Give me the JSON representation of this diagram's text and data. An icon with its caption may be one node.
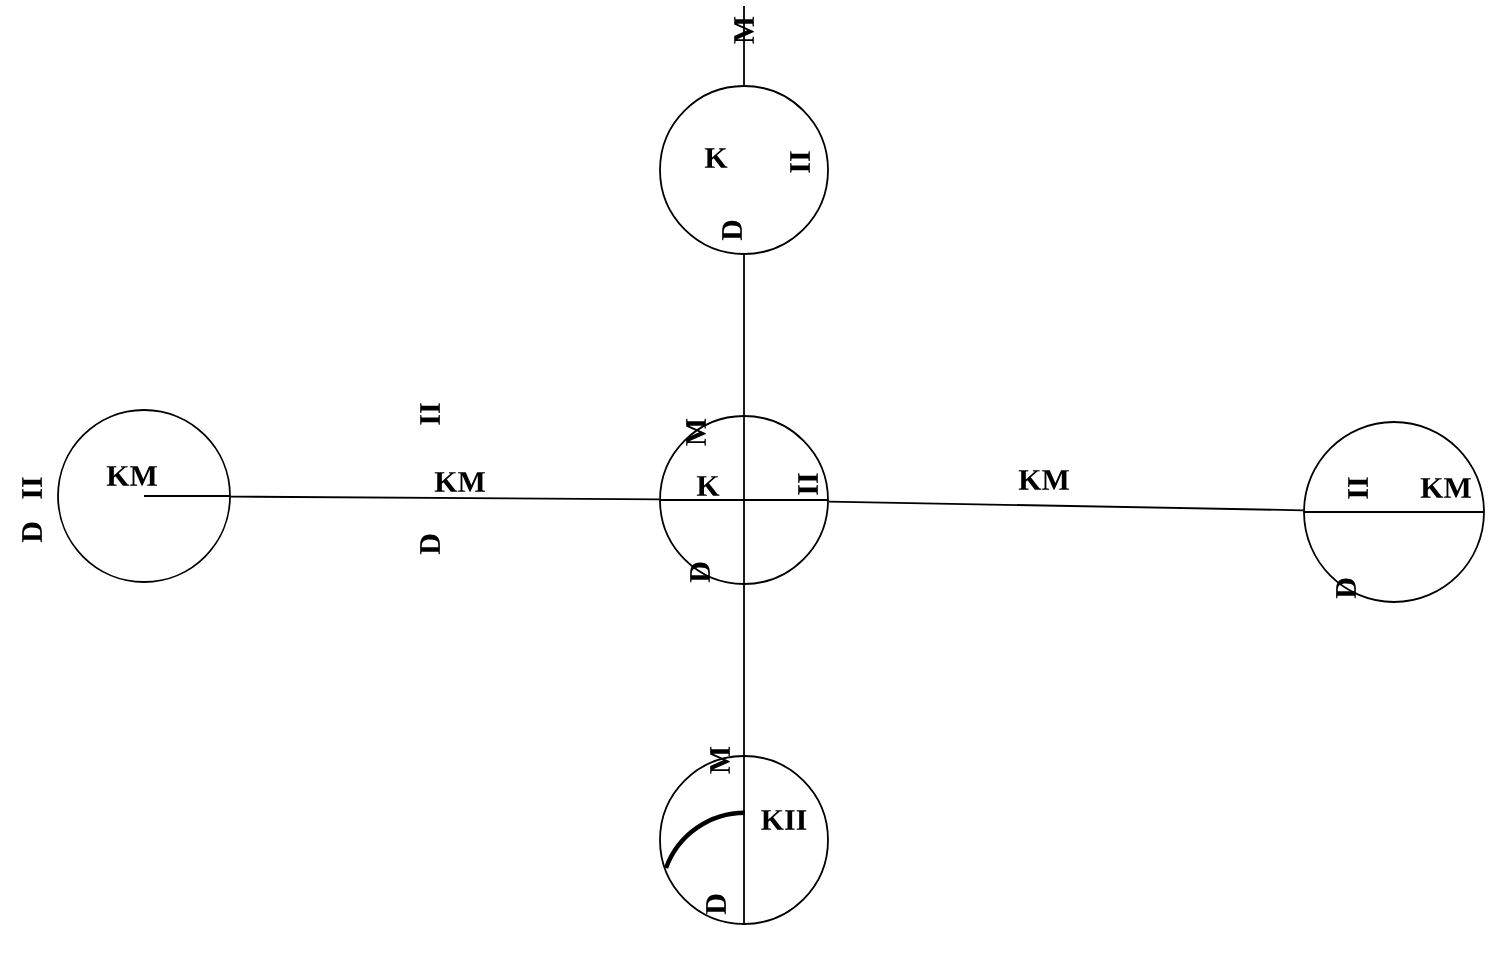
{
  "diagram": {
    "nodes": [
      {
        "text": [
          "K",
          "II",
          "D"
        ],
        "beside": [
          "M"
        ]
      },
      {
        "text": [
          "D",
          "II",
          "KM"
        ]
      },
      {
        "text": [
          "M",
          "K",
          "II",
          "D"
        ]
      },
      {
        "text": [
          "II",
          "KM",
          "D"
        ]
      },
      {
        "text": [
          "M",
          "KII",
          "D"
        ]
      }
    ],
    "edges": [
      {
        "from": 2,
        "to": 0,
        "arrow": "none"
      },
      {
        "from": 1,
        "to": 2,
        "arrow": "none"
      },
      {
        "from": 2,
        "to": 3,
        "arrow": "none"
      },
      {
        "from": 2,
        "to": 4,
        "arrow": "none"
      }
    ],
    "labels": [
      "II",
      "KM",
      "D",
      "KM"
    ]
  }
}
